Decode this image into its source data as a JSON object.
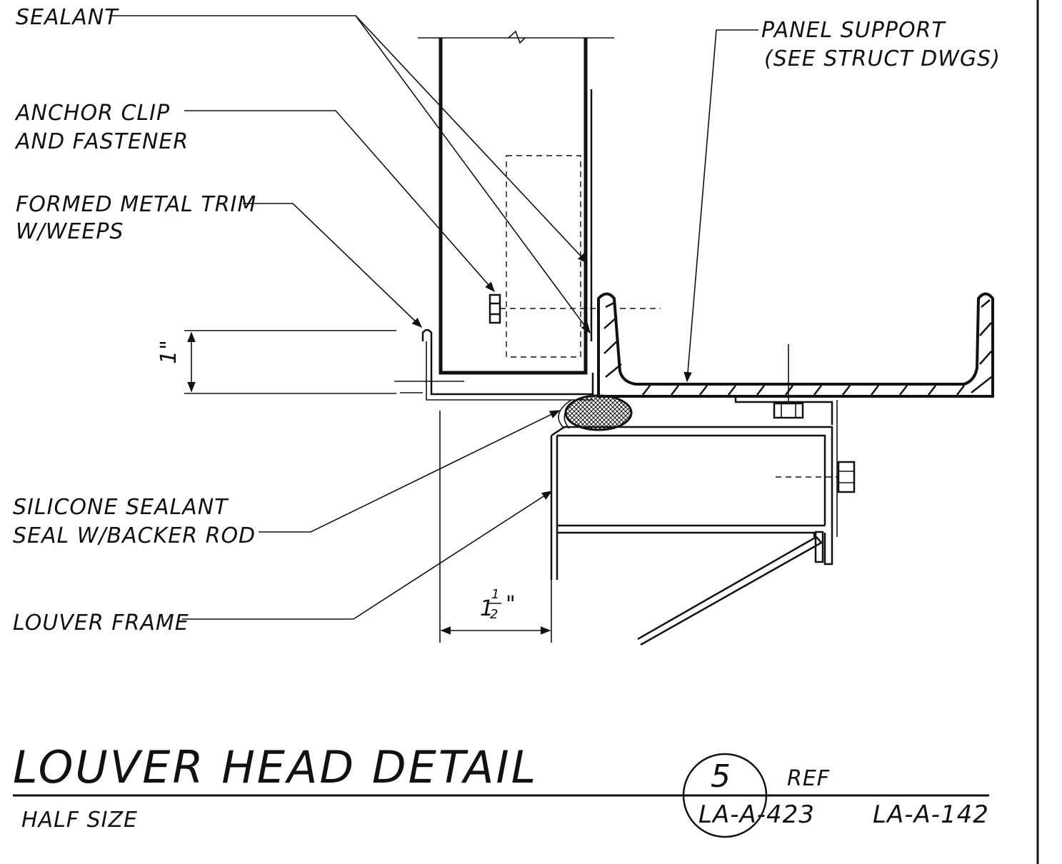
{
  "labels": {
    "sealant": "SEALANT",
    "panel_support_1": "PANEL SUPPORT",
    "panel_support_2": "(SEE STRUCT DWGS)",
    "anchor_clip_1": "ANCHOR CLIP",
    "anchor_clip_2": "AND FASTENER",
    "formed_trim_1": "FORMED METAL TRIM",
    "formed_trim_2": "W/WEEPS",
    "silicone_1": "SILICONE SEALANT",
    "silicone_2": "SEAL W/BACKER ROD",
    "louver_frame": "LOUVER FRAME"
  },
  "dimensions": {
    "vertical": "1\"",
    "horizontal_whole": "1",
    "horizontal_num": "1",
    "horizontal_den": "2",
    "horizontal_inch": "\""
  },
  "title": {
    "main": "LOUVER HEAD DETAIL",
    "scale": "HALF SIZE"
  },
  "detail_ref": {
    "number": "5",
    "sheet": "LA-A-423",
    "ref_label": "REF",
    "ref_sheet": "LA-A-142"
  },
  "colors": {
    "ink": "#111111",
    "paper": "#ffffff"
  }
}
